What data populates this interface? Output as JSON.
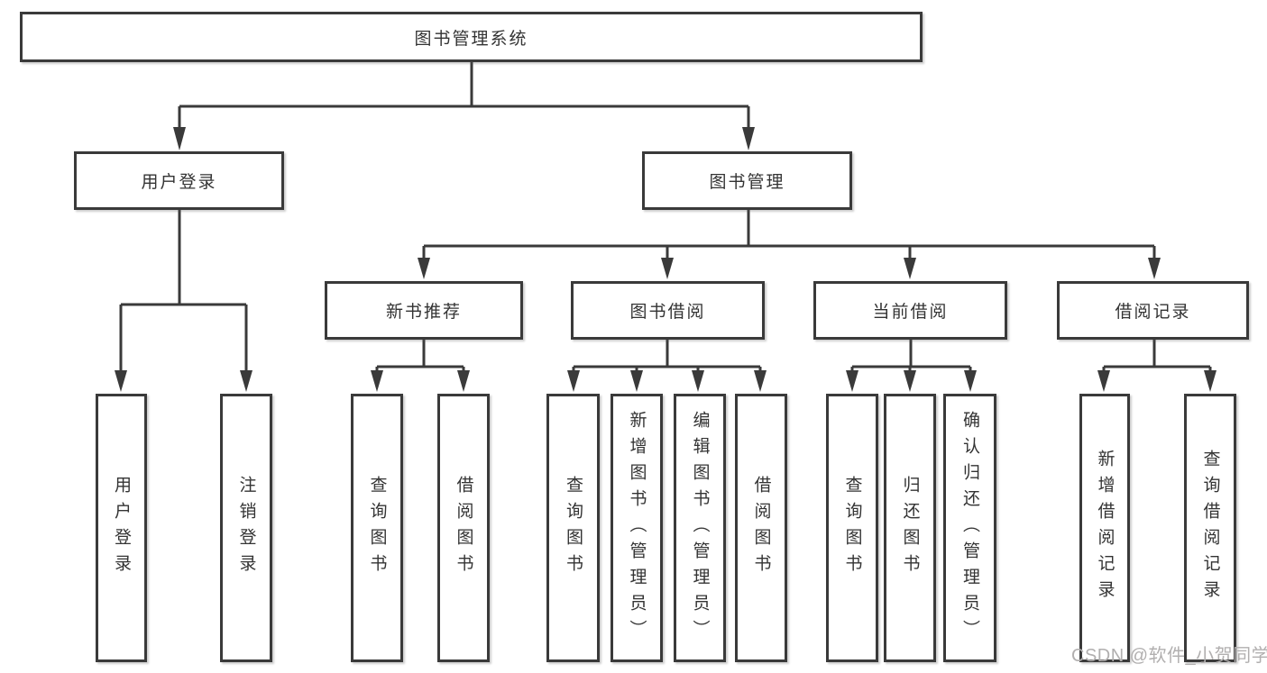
{
  "diagram_title": "图书管理系统",
  "tree": {
    "label": "图书管理系统",
    "children": [
      {
        "label": "用户登录",
        "children": [
          {
            "label": "用户登录"
          },
          {
            "label": "注销登录"
          }
        ]
      },
      {
        "label": "图书管理",
        "children": [
          {
            "label": "新书推荐",
            "children": [
              {
                "label": "查询图书"
              },
              {
                "label": "借阅图书"
              }
            ]
          },
          {
            "label": "图书借阅",
            "children": [
              {
                "label": "查询图书"
              },
              {
                "label": "新增图书（管理员）"
              },
              {
                "label": "编辑图书（管理员）"
              },
              {
                "label": "借阅图书"
              }
            ]
          },
          {
            "label": "当前借阅",
            "children": [
              {
                "label": "查询图书"
              },
              {
                "label": "归还图书"
              },
              {
                "label": "确认归还（管理员）"
              }
            ]
          },
          {
            "label": "借阅记录",
            "children": [
              {
                "label": "新增借阅记录"
              },
              {
                "label": "查询借阅记录"
              }
            ]
          }
        ]
      }
    ]
  },
  "watermark": {
    "text": "CSDN @软件_小贺同学"
  },
  "colors": {
    "line": "#3a3a3a",
    "box_border": "#3a3a3a",
    "text": "#333333",
    "watermark": "#b1afaf",
    "background": "#ffffff"
  }
}
